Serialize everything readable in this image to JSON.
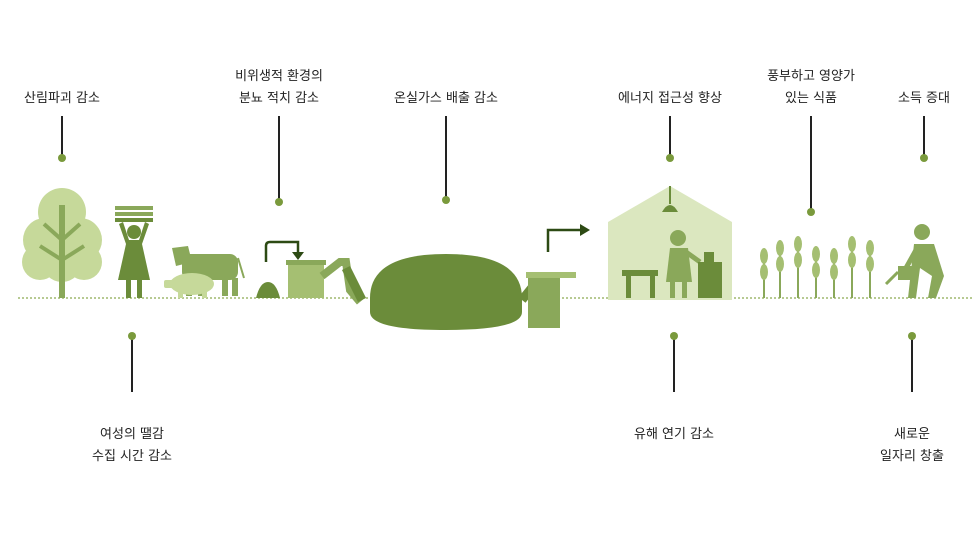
{
  "colors": {
    "dark_green": "#6b8c3a",
    "mid_green": "#8aa85a",
    "light_green": "#c6d99a",
    "pale_green": "#dbe7bf",
    "line": "#222222",
    "dot": "#7a9a3c"
  },
  "labels": {
    "deforestation": [
      "산림파괴 감소"
    ],
    "sanitation": [
      "비위생적 환경의",
      "분뇨 적치 감소"
    ],
    "ghg": [
      "온실가스 배출 감소"
    ],
    "energy": [
      "에너지 접근성 향상"
    ],
    "food": [
      "풍부하고 영양가",
      "있는 식품"
    ],
    "income": [
      "소득 증대"
    ],
    "women_time": [
      "여성의 땔감",
      "수집 시간 감소"
    ],
    "smoke": [
      "유해 연기 감소"
    ],
    "jobs": [
      "새로운",
      "일자리 창출"
    ]
  },
  "icons": [
    "tree-icon",
    "woman-carrying-wood-icon",
    "cow-icon",
    "pig-icon",
    "manure-pile-icon",
    "inlet-tank-icon",
    "biogas-digester-icon",
    "outlet-tank-icon",
    "arrow-icon",
    "greenhouse-icon",
    "lamp-icon",
    "person-cooking-icon",
    "wheat-icon",
    "farmer-watering-icon"
  ]
}
